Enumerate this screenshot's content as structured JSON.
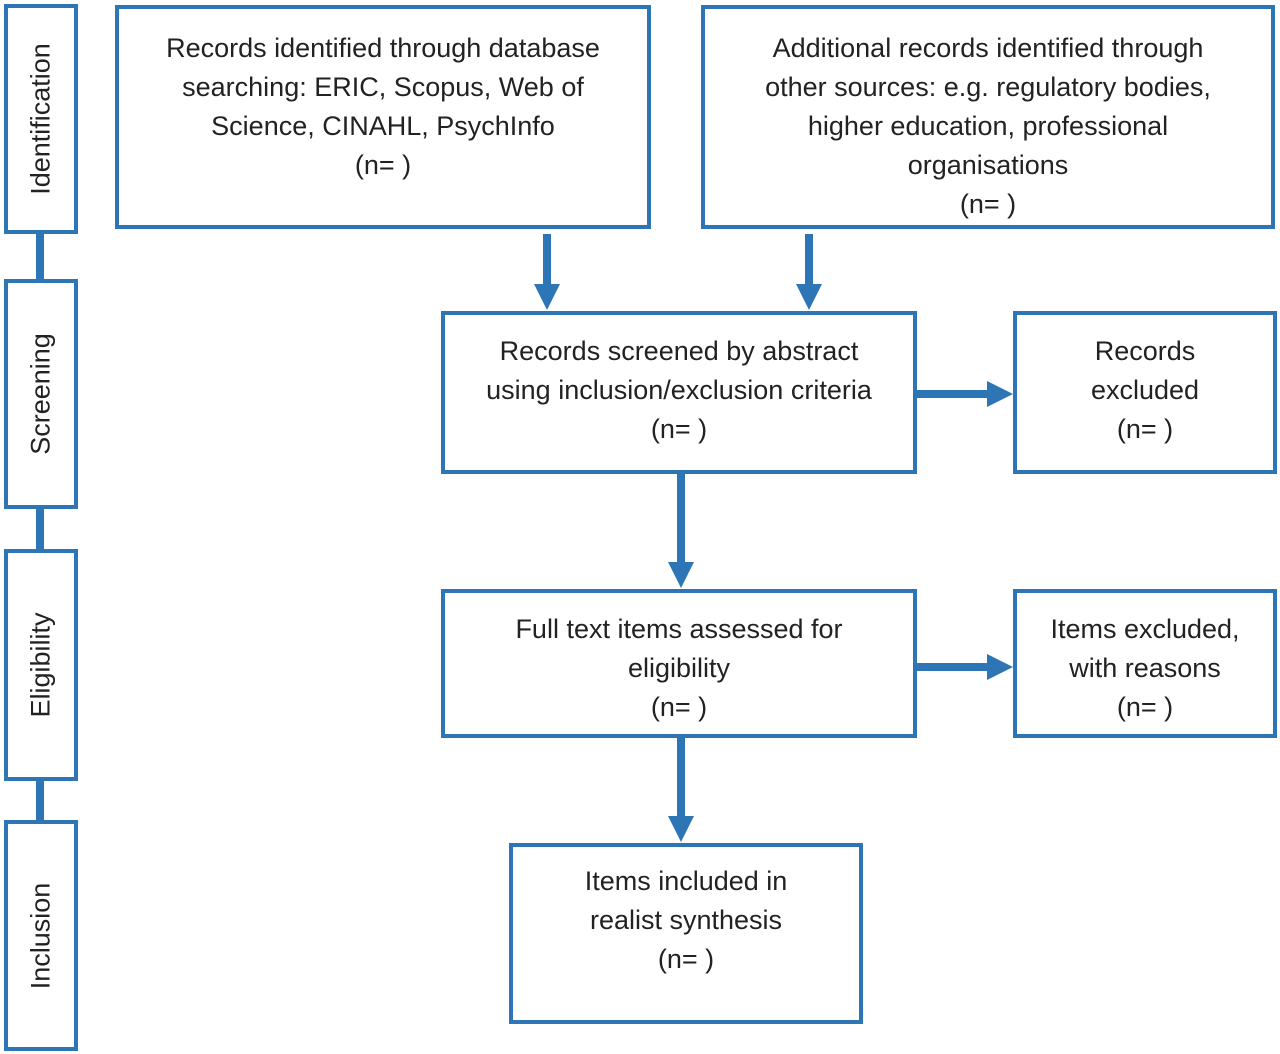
{
  "stages": [
    {
      "id": "identification",
      "label": "Identification"
    },
    {
      "id": "screening",
      "label": "Screening"
    },
    {
      "id": "eligibility",
      "label": "Eligibility"
    },
    {
      "id": "inclusion",
      "label": "Inclusion"
    }
  ],
  "boxes": {
    "database_records": {
      "lines": [
        "Records identified through database",
        "searching: ERIC, Scopus, Web of",
        "Science, CINAHL, PsychInfo"
      ],
      "count": "(n= )"
    },
    "additional_records": {
      "lines": [
        "Additional records identified through",
        "other sources: e.g. regulatory bodies,",
        "higher education, professional",
        "organisations"
      ],
      "count": "(n= )"
    },
    "screened": {
      "lines": [
        "Records screened by abstract",
        "using inclusion/exclusion criteria"
      ],
      "count": "(n= )"
    },
    "records_excluded": {
      "lines": [
        "Records",
        "excluded"
      ],
      "count": "(n= )"
    },
    "full_text": {
      "lines": [
        "Full text items assessed for",
        "eligibility"
      ],
      "count": "(n= )"
    },
    "items_excluded": {
      "lines": [
        "Items excluded,",
        "with reasons"
      ],
      "count": "(n= )"
    },
    "included": {
      "lines": [
        "Items included in",
        "realist synthesis"
      ],
      "count": "(n= )"
    }
  },
  "colors": {
    "accent": "#2e75b6"
  }
}
